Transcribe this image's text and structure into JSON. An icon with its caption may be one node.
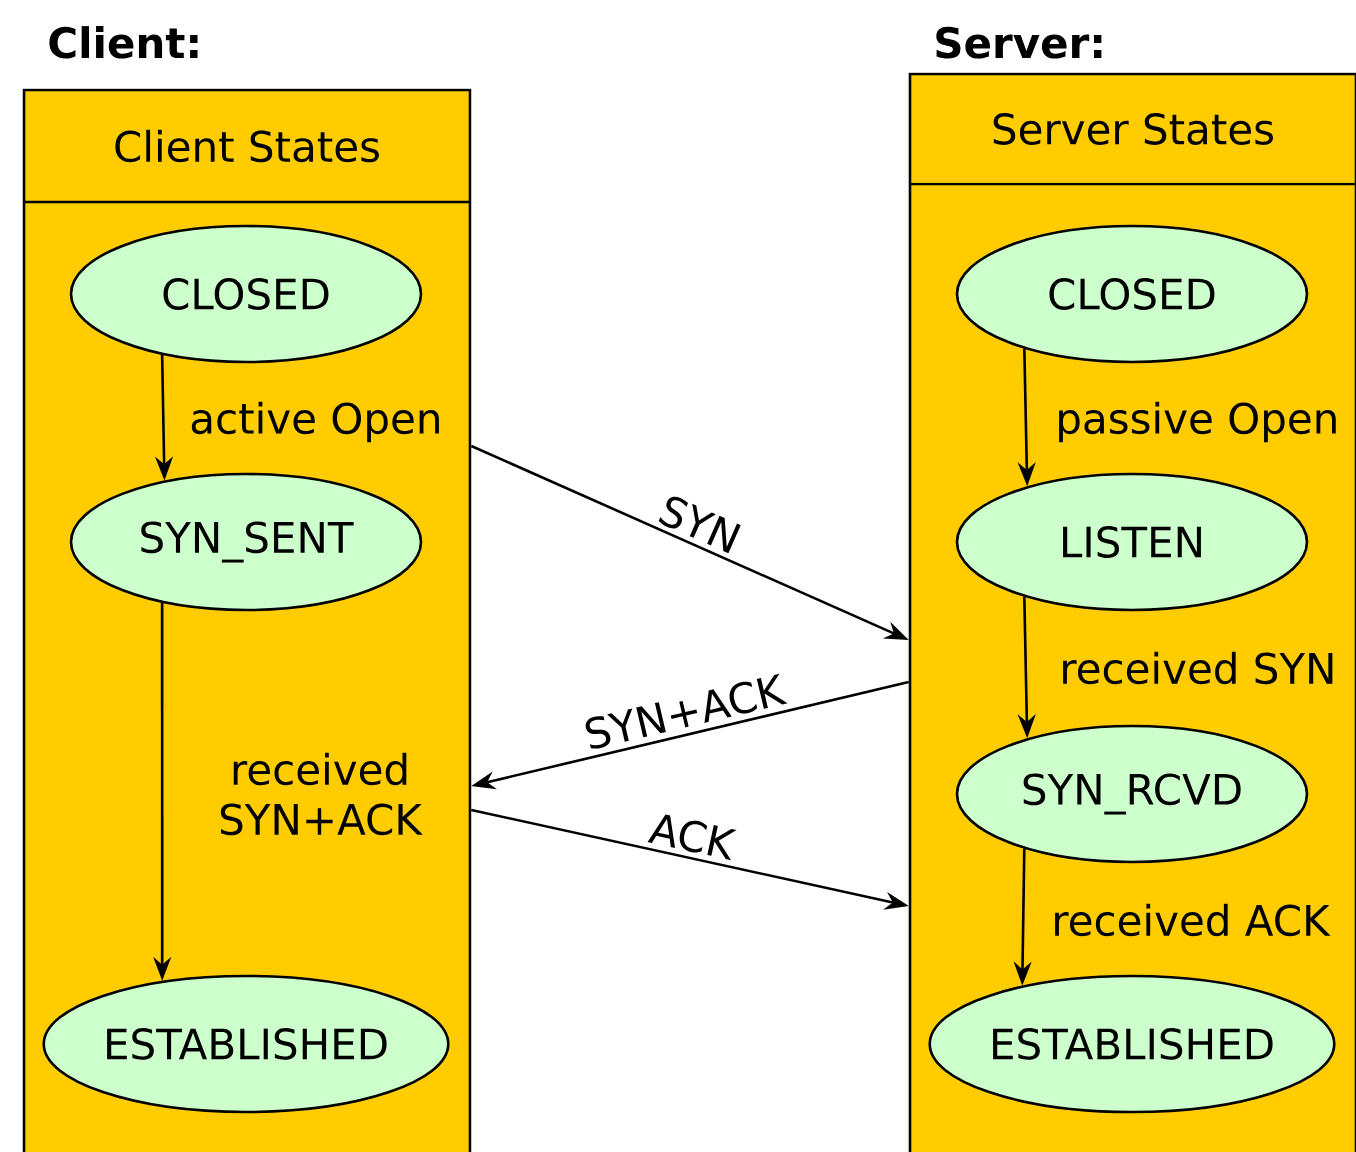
{
  "diagram": {
    "nodes": [
      {
        "text": [
          "Client:",
          "Client States"
        ]
      },
      {
        "text": [
          "CLOSED"
        ],
        "in": 0
      },
      {
        "text": [
          "SYN_SENT"
        ],
        "in": 0
      },
      {
        "text": [
          "ESTABLISHED"
        ],
        "in": 0
      },
      {
        "text": [
          "Server:",
          "Server States"
        ]
      },
      {
        "text": [
          "CLOSED"
        ],
        "in": 4
      },
      {
        "text": [
          "LISTEN"
        ],
        "in": 4
      },
      {
        "text": [
          "SYN_RCVD"
        ],
        "in": 4
      },
      {
        "text": [
          "ESTABLISHED"
        ],
        "in": 4
      }
    ],
    "edges": [
      {
        "from": 1,
        "to": 2,
        "arrow": "to",
        "label": "active Open"
      },
      {
        "from": 2,
        "to": 3,
        "arrow": "to",
        "label": "received SYN+ACK"
      },
      {
        "from": 5,
        "to": 6,
        "arrow": "to",
        "label": "passive Open"
      },
      {
        "from": 6,
        "to": 7,
        "arrow": "to",
        "label": "received SYN"
      },
      {
        "from": 7,
        "to": 8,
        "arrow": "to",
        "label": "received ACK"
      },
      {
        "from": 0,
        "to": 4,
        "arrow": "to",
        "label": "SYN"
      },
      {
        "from": 4,
        "to": 0,
        "arrow": "to",
        "label": "SYN+ACK"
      },
      {
        "from": 0,
        "to": 4,
        "arrow": "to",
        "label": "ACK"
      }
    ]
  }
}
